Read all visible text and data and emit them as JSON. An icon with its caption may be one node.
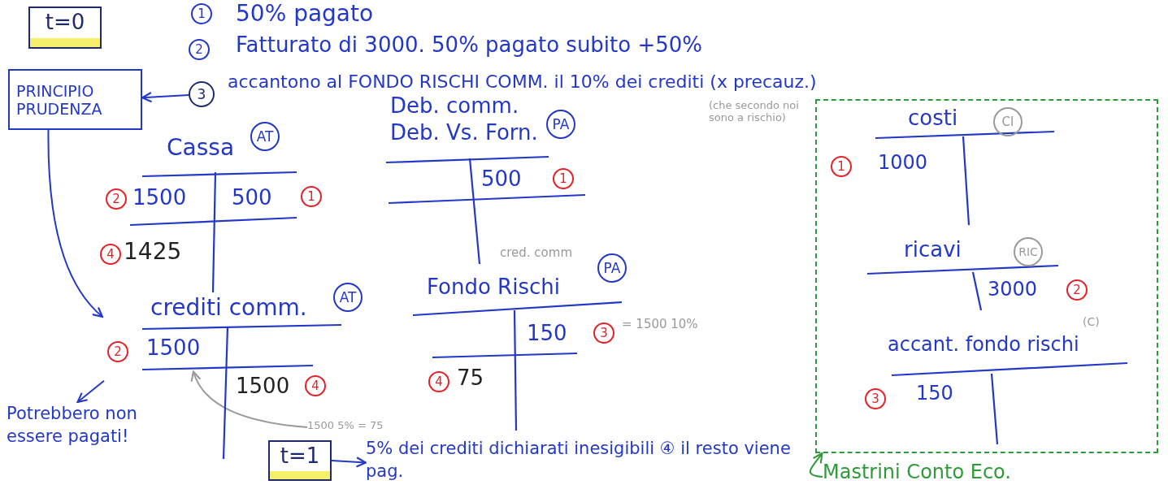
{
  "diagram": {
    "nodes": [
      {
        "text": [
          "t=0"
        ]
      },
      {
        "text": [
          "PRINCIPIO PRUDENZA"
        ]
      },
      {
        "text": [
          "3"
        ]
      },
      {
        "text": [
          "Cassa",
          "AT",
          "2",
          "1500",
          "500",
          "1",
          "4",
          "1425"
        ]
      },
      {
        "text": [
          "Deb. comm.",
          "Deb. Vs. Forn.",
          "PA",
          "500",
          "1"
        ]
      },
      {
        "text": [
          "crediti comm.",
          "AT",
          "2",
          "1500",
          "1500",
          "4"
        ]
      },
      {
        "text": [
          "Fondo Rischi",
          "PA",
          "150",
          "3",
          "4",
          "75"
        ],
        "beside": [
          "cred. comm",
          "= 1500 10%"
        ]
      },
      {
        "text": [],
        "shape": "box"
      },
      {
        "text": [
          "costi",
          "CI",
          "1",
          "1000"
        ],
        "in": 7
      },
      {
        "text": [
          "ricavi",
          "RIC",
          "3000",
          "2"
        ],
        "in": 7
      },
      {
        "text": [
          "accant. fondo rischi",
          "(C)",
          "3",
          "150"
        ],
        "in": 7
      },
      {
        "text": [
          "Potrebbero non essere pagati!"
        ]
      },
      {
        "text": [
          "t=1"
        ]
      },
      {
        "text": [
          "5% dei crediti dichiarati inesigibili ④ il resto viene pag."
        ]
      },
      {
        "text": [
          "Mastrini Conto Eco."
        ]
      },
      {
        "text": [
          "1500 5% = 75"
        ]
      }
    ],
    "edges": [
      {
        "from": 2,
        "to": 1,
        "arrow": "to"
      },
      {
        "from": 1,
        "to": 5,
        "arrow": "to"
      },
      {
        "from": 5,
        "to": 11,
        "arrow": "to"
      },
      {
        "from": 15,
        "to": 5,
        "arrow": "to",
        "color": "#9a9a9a"
      },
      {
        "from": 12,
        "to": 13,
        "arrow": "to"
      },
      {
        "from": 14,
        "to": 7,
        "arrow": "to",
        "color": "#2e9a3a"
      }
    ],
    "labels": [
      "1",
      "50% pagato",
      "2",
      "Fatturato di 3000. 50% pagato subito +50%",
      "accantono al FONDO RISCHI COMM. il 10% dei crediti (x precauz.)",
      "(che secondo noi sono a rischio)"
    ]
  }
}
